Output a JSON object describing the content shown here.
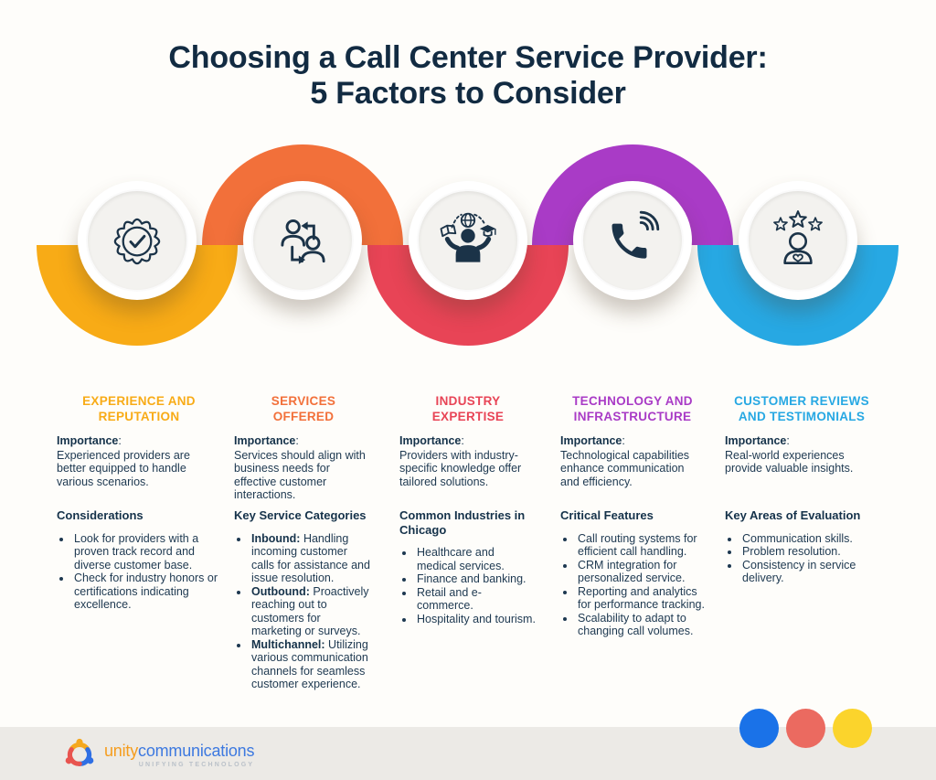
{
  "page": {
    "title": "Choosing a Call Center Service Provider:\n5 Factors to Consider"
  },
  "factors": [
    {
      "heading": "EXPERIENCE AND\nREPUTATION",
      "color": "#F8AB16",
      "icon": "badge-check-icon",
      "importance_label": "Importance",
      "importance_text": "Experienced providers are better equipped to handle various scenarios.",
      "subheading": "Considerations",
      "bullets": [
        {
          "bold": "",
          "text": "Look for providers with a proven track record and diverse customer base."
        },
        {
          "bold": "",
          "text": "Check for industry honors or certifications indicating excellence."
        }
      ]
    },
    {
      "heading": "SERVICES\nOFFERED",
      "color": "#F2703A",
      "icon": "customer-exchange-icon",
      "importance_label": "Importance",
      "importance_text": "Services should align with business needs for effective customer interactions.",
      "subheading": "Key Service Categories",
      "bullets": [
        {
          "bold": "Inbound:",
          "text": "Handling incoming customer calls for assistance and issue resolution."
        },
        {
          "bold": "Outbound:",
          "text": "Proactively reaching out to customers for marketing or surveys."
        },
        {
          "bold": "Multichannel:",
          "text": "Utilizing various communication channels for seamless customer experience."
        }
      ]
    },
    {
      "heading": "INDUSTRY\nEXPERTISE",
      "color": "#E84456",
      "icon": "industry-knowledge-icon",
      "importance_label": "Importance",
      "importance_text": "Providers with industry-specific knowledge offer tailored solutions.",
      "subheading": "Common Industries in\nChicago",
      "bullets": [
        {
          "bold": "",
          "text": "Healthcare and medical services."
        },
        {
          "bold": "",
          "text": "Finance and banking."
        },
        {
          "bold": "",
          "text": "Retail and e-commerce."
        },
        {
          "bold": "",
          "text": "Hospitality and tourism."
        }
      ]
    },
    {
      "heading": "TECHNOLOGY AND\nINFRASTRUCTURE",
      "color": "#A93BC6",
      "icon": "phone-signal-icon",
      "importance_label": "Importance",
      "importance_text": "Technological capabilities enhance communication and efficiency.",
      "subheading": "Critical Features",
      "bullets": [
        {
          "bold": "",
          "text": "Call routing systems for efficient call handling."
        },
        {
          "bold": "",
          "text": "CRM integration for personalized service."
        },
        {
          "bold": "",
          "text": "Reporting and analytics for performance tracking."
        },
        {
          "bold": "",
          "text": "Scalability to adapt to changing call volumes."
        }
      ]
    },
    {
      "heading": "CUSTOMER REVIEWS\nAND TESTIMONIALS",
      "color": "#27A8E3",
      "icon": "rating-person-icon",
      "importance_label": "Importance",
      "importance_text": "Real-world experiences provide valuable insights.",
      "subheading": "Key Areas of Evaluation",
      "bullets": [
        {
          "bold": "",
          "text": "Communication skills."
        },
        {
          "bold": "",
          "text": "Problem resolution."
        },
        {
          "bold": "",
          "text": "Consistency in service delivery."
        }
      ]
    }
  ],
  "footer": {
    "logo": {
      "name_part1": "unity",
      "name_part2": "communications",
      "tagline": "UNIFYING TECHNOLOGY"
    },
    "dot_colors": [
      "#1A72E8",
      "#EB6A60",
      "#FBD42C"
    ]
  }
}
